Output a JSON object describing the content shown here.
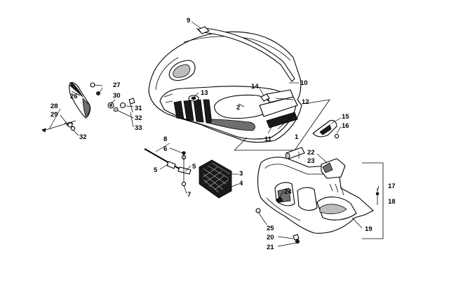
{
  "diagram": {
    "callouts": [
      {
        "id": "c1",
        "label": "1"
      },
      {
        "id": "c2",
        "label": "2"
      },
      {
        "id": "c3",
        "label": "3"
      },
      {
        "id": "c4",
        "label": "4"
      },
      {
        "id": "c5a",
        "label": "5"
      },
      {
        "id": "c5b",
        "label": "5"
      },
      {
        "id": "c6",
        "label": "6"
      },
      {
        "id": "c7",
        "label": "7"
      },
      {
        "id": "c8",
        "label": "8"
      },
      {
        "id": "c9",
        "label": "9"
      },
      {
        "id": "c10",
        "label": "10"
      },
      {
        "id": "c11",
        "label": "11"
      },
      {
        "id": "c12",
        "label": "12"
      },
      {
        "id": "c13",
        "label": "13"
      },
      {
        "id": "c14",
        "label": "14"
      },
      {
        "id": "c15",
        "label": "15"
      },
      {
        "id": "c16",
        "label": "16"
      },
      {
        "id": "c17",
        "label": "17"
      },
      {
        "id": "c18",
        "label": "18"
      },
      {
        "id": "c19",
        "label": "19"
      },
      {
        "id": "c20",
        "label": "20"
      },
      {
        "id": "c21",
        "label": "21"
      },
      {
        "id": "c22",
        "label": "22"
      },
      {
        "id": "c23",
        "label": "23"
      },
      {
        "id": "c24",
        "label": "24"
      },
      {
        "id": "c25",
        "label": "25"
      },
      {
        "id": "c26",
        "label": "26"
      },
      {
        "id": "c27",
        "label": "27"
      },
      {
        "id": "c28",
        "label": "28"
      },
      {
        "id": "c29",
        "label": "29"
      },
      {
        "id": "c30",
        "label": "30"
      },
      {
        "id": "c31",
        "label": "31"
      },
      {
        "id": "c32a",
        "label": "32"
      },
      {
        "id": "c32b",
        "label": "32"
      },
      {
        "id": "c33",
        "label": "33"
      }
    ]
  }
}
